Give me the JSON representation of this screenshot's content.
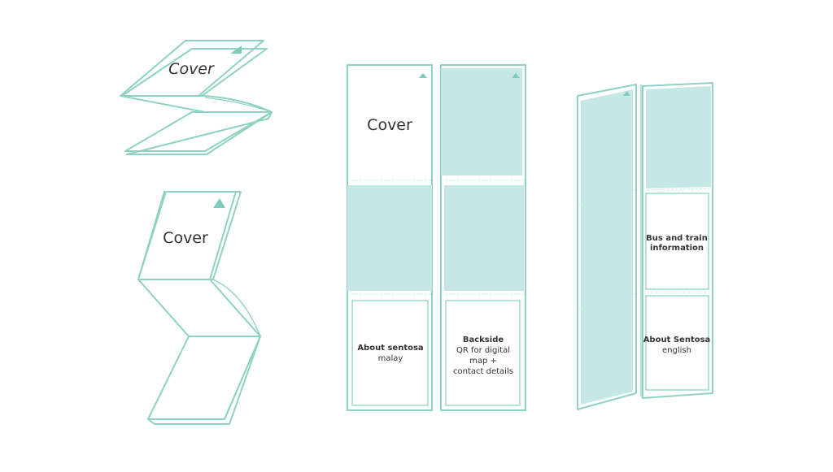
{
  "accent_color": "#8fd2c4",
  "panel_fill_color": "#c5e7e5",
  "marker_color": "#7ecbbd",
  "sketches": {
    "top_left_cover": "Cover",
    "bottom_left_cover": "Cover"
  },
  "panel_left": {
    "top_title": "Cover",
    "bottom_title": "About sentosa",
    "bottom_subtitle": "malay"
  },
  "panel_middle": {
    "bottom_title": "Backside",
    "bottom_lines": [
      "QR for digital",
      "map +",
      "contact details"
    ]
  },
  "panel_right": {
    "middle_title_line1": "Bus and train",
    "middle_title_line2": "information",
    "bottom_title": "About Sentosa",
    "bottom_subtitle": "english"
  }
}
